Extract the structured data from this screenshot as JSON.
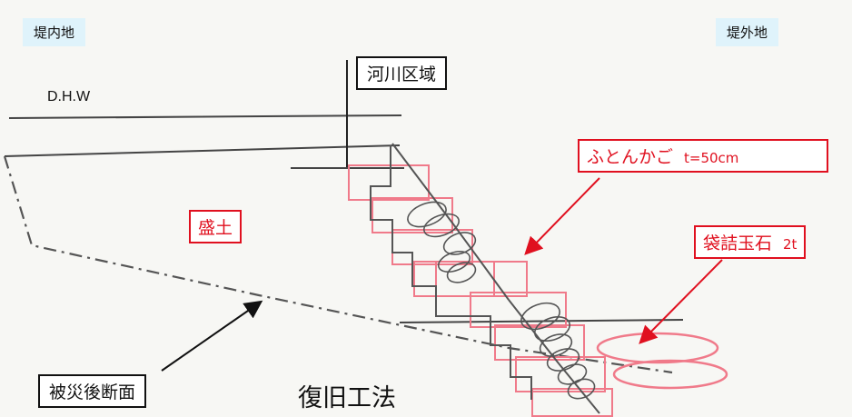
{
  "labels": {
    "inside_land": "堤内地",
    "outside_land": "堤外地",
    "dhw": "D.H.W",
    "river_area": "河川区域",
    "embankment": "盛土",
    "futon_kago": "ふとんかご",
    "futon_kago_thickness": "t=50cm",
    "bagged_stone": "袋詰玉石",
    "bagged_stone_weight": "2t",
    "damaged_section": "被災後断面",
    "method_title": "復旧工法"
  },
  "colors": {
    "tag_bg": "#dff3fb",
    "annotation_red": "#e0101f",
    "sketch_pink": "#f07a8a",
    "line_dark": "#333333"
  }
}
